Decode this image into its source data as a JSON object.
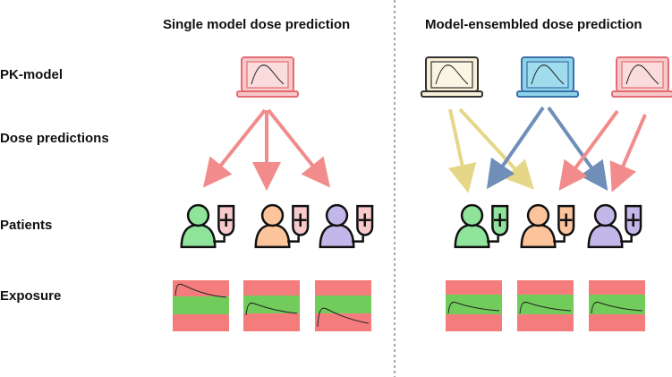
{
  "headers": {
    "left_title": "Single model dose prediction",
    "right_title": "Model-ensembled dose prediction"
  },
  "row_labels": {
    "pk_model": "PK-model",
    "dose_predictions": "Dose predictions",
    "patients": "Patients",
    "exposure": "Exposure"
  },
  "colors": {
    "red_model": "#f7c9ca",
    "red_model_stroke": "#e36d73",
    "yellow_model": "#f7efd6",
    "blue_model": "#8fd3e8",
    "blue_model_stroke": "#3a6fa8",
    "red_arrow": "#f28b8b",
    "yellow_arrow": "#e6d788",
    "blue_arrow": "#6f8fb8",
    "patient_green": "#8fe39b",
    "patient_orange": "#fbc49a",
    "patient_purple": "#c3b7ea",
    "band_red": "#f47c7c",
    "band_green": "#72cc5c"
  },
  "icons": {
    "laptop": "laptop-icon",
    "patient": "patient-icon",
    "iv_bag": "iv-bag-icon"
  }
}
